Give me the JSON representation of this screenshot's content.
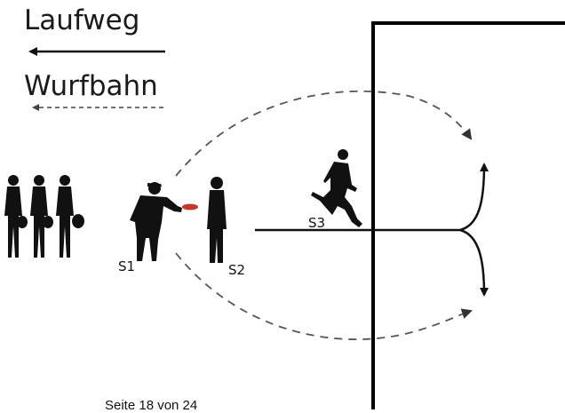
{
  "legend": {
    "run_label": "Laufweg",
    "throw_label": "Wurfbahn"
  },
  "players": {
    "s1": "S1",
    "s2": "S2",
    "s3": "S3"
  },
  "footer": {
    "page_text": "Seite 18 von 24"
  },
  "colors": {
    "ink": "#111111",
    "disc": "#c0392b",
    "dashed": "#555555"
  },
  "icons": {
    "queue": "person-silhouette-icon",
    "thrower": "thrower-icon",
    "runner": "runner-icon",
    "disc": "frisbee-icon"
  }
}
